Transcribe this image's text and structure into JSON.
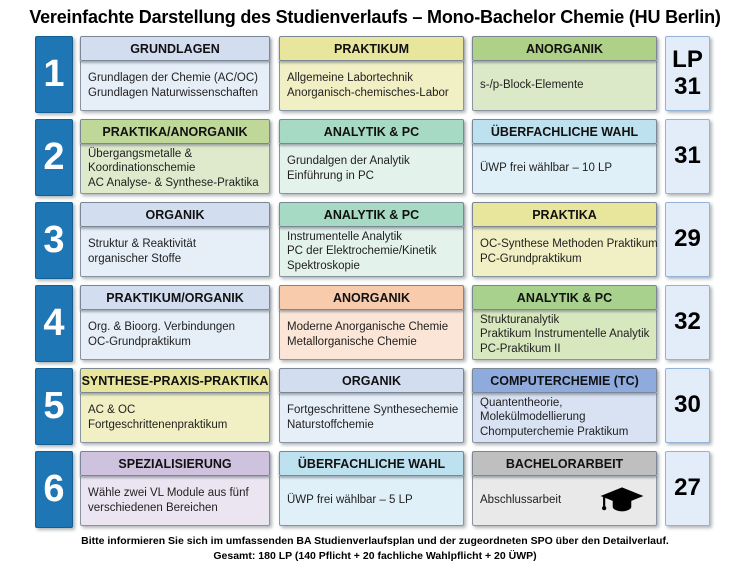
{
  "title": "Vereinfachte Darstellung des Studienverlaufs – Mono-Bachelor Chemie (HU Berlin)",
  "lp_header_label": "LP",
  "footer": {
    "line1": "Bitte informieren Sie sich im umfassenden BA Studienverlaufsplan und der zugeordneten SPO über den Detailverlauf.",
    "line2": "Gesamt: 180 LP (140 Pflicht + 20 fachliche Wahlpflicht + 20 ÜWP)"
  },
  "colors": {
    "semester_fill": "#1E76B5",
    "semester_border": "#155E93",
    "semester_text": "#FFFFFF",
    "module_border": "#7B8794",
    "lp_fill": "#E3EDF9",
    "lp_border": "#95B3D7"
  },
  "themes": {
    "lightblue": {
      "header": "#D2DEF0",
      "body": "#E6EEF8"
    },
    "yellow": {
      "header": "#E8E59C",
      "body": "#F1EFC4"
    },
    "green": {
      "header": "#AFD187",
      "body": "#DCE9C8"
    },
    "greenlight": {
      "header": "#BFD89A",
      "body": "#DFEACD"
    },
    "mint": {
      "header": "#A7DAC5",
      "body": "#E3F2EB"
    },
    "cyan": {
      "header": "#BEE1EF",
      "body": "#E0F0F8"
    },
    "peach": {
      "header": "#F8CBAD",
      "body": "#FBE5D6"
    },
    "applegreen": {
      "header": "#A9D18E",
      "body": "#D8E8BE"
    },
    "medblue": {
      "header": "#8FAADC",
      "body": "#D9E2F3"
    },
    "lavender": {
      "header": "#CEC2DF",
      "body": "#EBE5F2"
    },
    "gray": {
      "header": "#BFBFBF",
      "body": "#E9E9E9"
    }
  },
  "rows": [
    {
      "semester": "1",
      "lp_label": "LP",
      "lp": "31",
      "modules": [
        {
          "title": "GRUNDLAGEN",
          "theme": "lightblue",
          "lines": [
            "Grundlagen der Chemie (AC/OC)",
            "Grundlagen Naturwissenschaften"
          ]
        },
        {
          "title": "PRAKTIKUM",
          "theme": "yellow",
          "lines": [
            "Allgemeine Labortechnik",
            "Anorganisch-chemisches-Labor"
          ]
        },
        {
          "title": "ANORGANIK",
          "theme": "green",
          "lines": [
            "s-/p-Block-Elemente"
          ]
        }
      ]
    },
    {
      "semester": "2",
      "lp": "31",
      "modules": [
        {
          "title": "PRAKTIKA/ANORGANIK",
          "theme": "greenlight",
          "lines": [
            "Übergangsmetalle &",
            "Koordinationschemie",
            "AC Analyse- & Synthese-Praktika"
          ]
        },
        {
          "title": "ANALYTIK & PC",
          "theme": "mint",
          "lines": [
            "Grundalgen der Analytik",
            "Einführung in PC"
          ]
        },
        {
          "title": "ÜBERFACHLICHE WAHL",
          "theme": "cyan",
          "lines": [
            "ÜWP frei wählbar – 10 LP"
          ]
        }
      ]
    },
    {
      "semester": "3",
      "lp": "29",
      "modules": [
        {
          "title": "ORGANIK",
          "theme": "lightblue",
          "lines": [
            "Struktur & Reaktivität",
            "organischer Stoffe"
          ]
        },
        {
          "title": "ANALYTIK & PC",
          "theme": "mint",
          "lines": [
            "Instrumentelle Analytik",
            "PC der Elektrochemie/Kinetik",
            "Spektroskopie"
          ]
        },
        {
          "title": "PRAKTIKA",
          "theme": "yellow",
          "lines": [
            "OC-Synthese Methoden Praktikum",
            "PC-Grundpraktikum"
          ]
        }
      ]
    },
    {
      "semester": "4",
      "lp": "32",
      "modules": [
        {
          "title": "PRAKTIKUM/ORGANIK",
          "theme": "lightblue",
          "lines": [
            "Org. & Bioorg. Verbindungen",
            "OC-Grundpraktikum"
          ]
        },
        {
          "title": "ANORGANIK",
          "theme": "peach",
          "lines": [
            "Moderne Anorganische Chemie",
            "Metallorganische Chemie"
          ]
        },
        {
          "title": "ANALYTIK & PC",
          "theme": "applegreen",
          "lines": [
            "Strukturanalytik",
            "Praktikum Instrumentelle Analytik",
            "PC-Praktikum II"
          ]
        }
      ]
    },
    {
      "semester": "5",
      "lp": "30",
      "modules": [
        {
          "title": "SYNTHESE-PRAXIS-PRAKTIKA",
          "theme": "yellow",
          "lines": [
            "AC & OC",
            "Fortgeschrittenenpraktikum"
          ]
        },
        {
          "title": "ORGANIK",
          "theme": "lightblue",
          "lines": [
            "Fortgeschrittene Synthesechemie",
            "Naturstoffchemie"
          ]
        },
        {
          "title": "COMPUTERCHEMIE (TC)",
          "theme": "medblue",
          "lines": [
            "Quantentheorie,",
            "Molekülmodellierung",
            "Chomputerchemie Praktikum"
          ]
        }
      ]
    },
    {
      "semester": "6",
      "lp": "27",
      "modules": [
        {
          "title": "SPEZIALISIERUNG",
          "theme": "lavender",
          "lines": [
            "Wähle zwei VL Module aus fünf",
            "verschiedenen Bereichen"
          ]
        },
        {
          "title": "ÜBERFACHLICHE WAHL",
          "theme": "cyan",
          "lines": [
            "ÜWP frei wählbar – 5 LP"
          ]
        },
        {
          "title": "BACHELORARBEIT",
          "theme": "gray",
          "lines": [
            "Abschlussarbeit"
          ],
          "icon": "graduation-cap"
        }
      ]
    }
  ]
}
